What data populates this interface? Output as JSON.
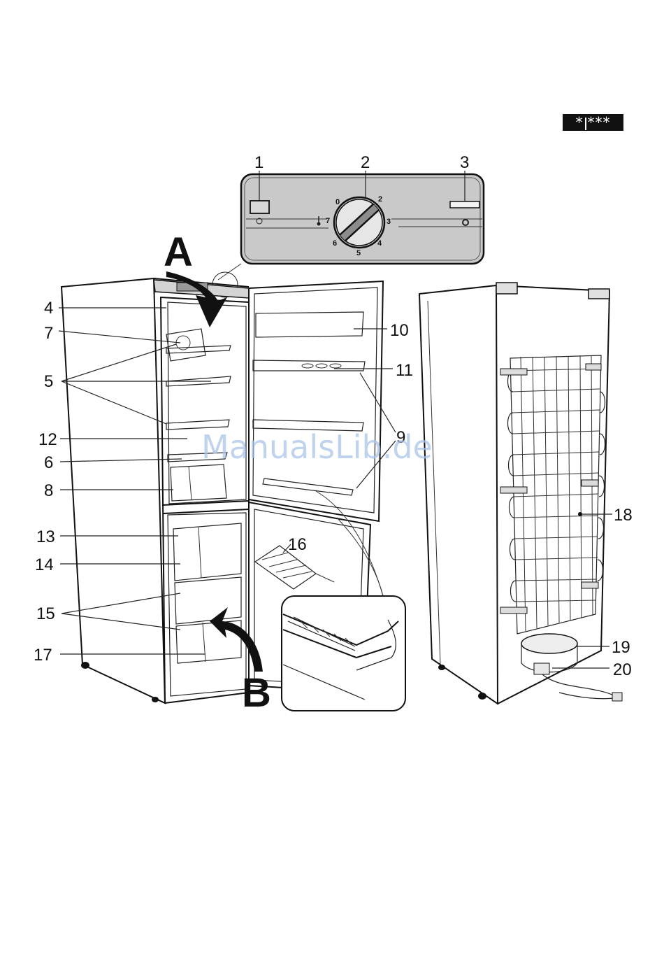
{
  "badge": {
    "single_star": "*",
    "triple_star": "***"
  },
  "watermark": "ManualsLib.de",
  "big_letters": {
    "a": "A",
    "b": "B"
  },
  "dial": {
    "numbers": [
      "0",
      "2",
      "3",
      "4",
      "5",
      "6",
      "7"
    ]
  },
  "callouts": {
    "c1": "1",
    "c2": "2",
    "c3": "3",
    "c4": "4",
    "c5": "5",
    "c6": "6",
    "c7": "7",
    "c8": "8",
    "c9": "9",
    "c10": "10",
    "c11": "11",
    "c12": "12",
    "c13": "13",
    "c14": "14",
    "c15": "15",
    "c16": "16",
    "c17": "17",
    "c18": "18",
    "c19": "19",
    "c20": "20"
  }
}
